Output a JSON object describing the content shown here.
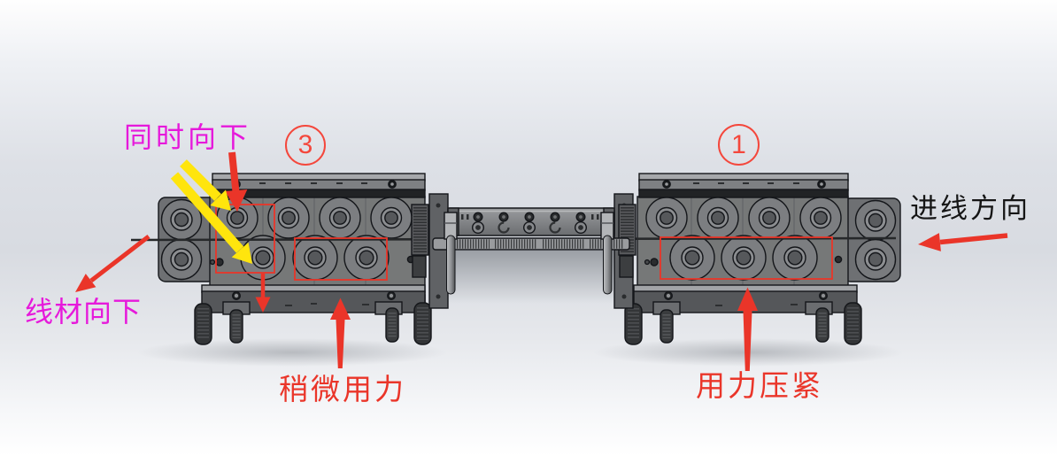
{
  "annotations": {
    "simultaneously_down": {
      "label": "同时向下",
      "color": "#e619db"
    },
    "step_badge_3": {
      "label": "3",
      "color": "#f4473c"
    },
    "step_badge_1": {
      "label": "1",
      "color": "#f4473c"
    },
    "wire_down": {
      "label": "线材向下",
      "color": "#e619db"
    },
    "slight_force": {
      "label": "稍微用力",
      "color": "#ea3529"
    },
    "press_firmly": {
      "label": "用力压紧",
      "color": "#ea3529"
    },
    "wire_feed_direction": {
      "label": "进线方向",
      "color": "#151515"
    }
  },
  "icons": {
    "red_arrow_down": "points from 同时向下 to first top roller",
    "yellow_arrow_upper": "points to first top roller",
    "yellow_arrow_lower": "points to first bottom roller",
    "red_arrow_wire_down": "points down-left to wire exit",
    "red_arrow_roller_down": "points down from highlighted roller pair",
    "red_arrow_slight_force": "points up at left unit base",
    "red_arrow_press_firmly": "points up at right unit base",
    "red_arrow_feed_direction": "points left showing wire entry"
  },
  "colors": {
    "highlight_box": "#ea3529",
    "arrow_red": "#ea3529",
    "arrow_yellow": "#ffe50d",
    "badge_red": "#f4473c",
    "machine_body": "#767878",
    "machine_dark": "#212325",
    "background_mid": "#d8dbe1"
  }
}
